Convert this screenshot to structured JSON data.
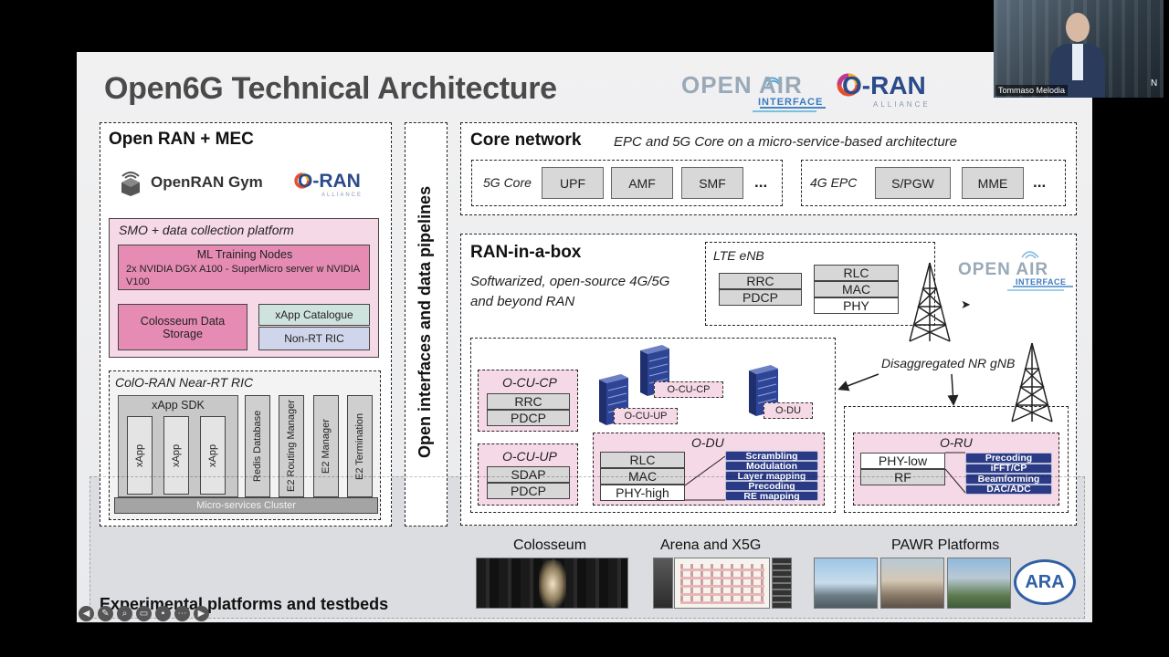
{
  "slide": {
    "title": "Open6G Technical Architecture",
    "logos": {
      "oai": "OPEN AIR",
      "oai_sub": "INTERFACE",
      "oran": "O-RAN",
      "oran_sub": "ALLIANCE"
    }
  },
  "video": {
    "participant": "Tommaso Melodia"
  },
  "left": {
    "title": "Open RAN + MEC",
    "gym": "OpenRAN Gym",
    "oran": "O-RAN",
    "oran_sub": "ALLIANCE",
    "smo": {
      "title": "SMO + data collection platform",
      "ml_title": "ML Training Nodes",
      "ml_desc": "2x NVIDIA DGX A100 - SuperMicro server w NVIDIA V100",
      "storage": "Colosseum Data Storage",
      "catalogue": "xApp Catalogue",
      "nonrt": "Non-RT RIC"
    },
    "ric": {
      "title": "ColO-RAN Near-RT RIC",
      "sdk": "xApp SDK",
      "xapps": [
        "xApp",
        "xApp",
        "xApp"
      ],
      "services": [
        "Redis Database",
        "E2 Routing Manager",
        "E2 Manager",
        "E2 Termination"
      ],
      "cluster": "Micro-services Cluster"
    }
  },
  "middle": {
    "label": "Open interfaces and data pipelines"
  },
  "core": {
    "title": "Core network",
    "subtitle": "EPC and 5G Core on a micro-service-based architecture",
    "fiveg_label": "5G Core",
    "fiveg_items": [
      "UPF",
      "AMF",
      "SMF"
    ],
    "fourg_label": "4G EPC",
    "fourg_items": [
      "S/PGW",
      "MME"
    ],
    "more": "..."
  },
  "ran": {
    "title": "RAN-in-a-box",
    "desc1": "Softwarized, open-source 4G/5G",
    "desc2": "and beyond RAN",
    "lte": {
      "title": "LTE eNB",
      "stack1": [
        "RRC",
        "PDCP"
      ],
      "stack2": [
        "RLC",
        "MAC",
        "PHY"
      ]
    },
    "disagg": "Disaggregated NR gNB",
    "cucp": {
      "title": "O-CU-CP",
      "items": [
        "RRC",
        "PDCP"
      ]
    },
    "cuup": {
      "title": "O-CU-UP",
      "items": [
        "SDAP",
        "PDCP"
      ]
    },
    "server_labels": [
      "O-CU-CP",
      "O-CU-UP",
      "O-DU"
    ],
    "du": {
      "title": "O-DU",
      "items": [
        "RLC",
        "MAC",
        "PHY-high"
      ],
      "functions": [
        "Scrambling",
        "Modulation",
        "Layer mapping",
        "Precoding",
        "RE mapping"
      ]
    },
    "ru": {
      "title": "O-RU",
      "items": [
        "PHY-low",
        "RF"
      ],
      "functions": [
        "Precoding",
        "iFFT/CP",
        "Beamforming",
        "DAC/ADC"
      ]
    }
  },
  "testbeds": {
    "title": "Experimental platforms and testbeds",
    "colosseum": "Colosseum",
    "arena": "Arena and X5G",
    "pawr": "PAWR Platforms",
    "ara": "ARA"
  },
  "colors": {
    "pink": "#e58bb4",
    "navy": "#2b3a84",
    "oai_blue": "#3a7bbf"
  }
}
